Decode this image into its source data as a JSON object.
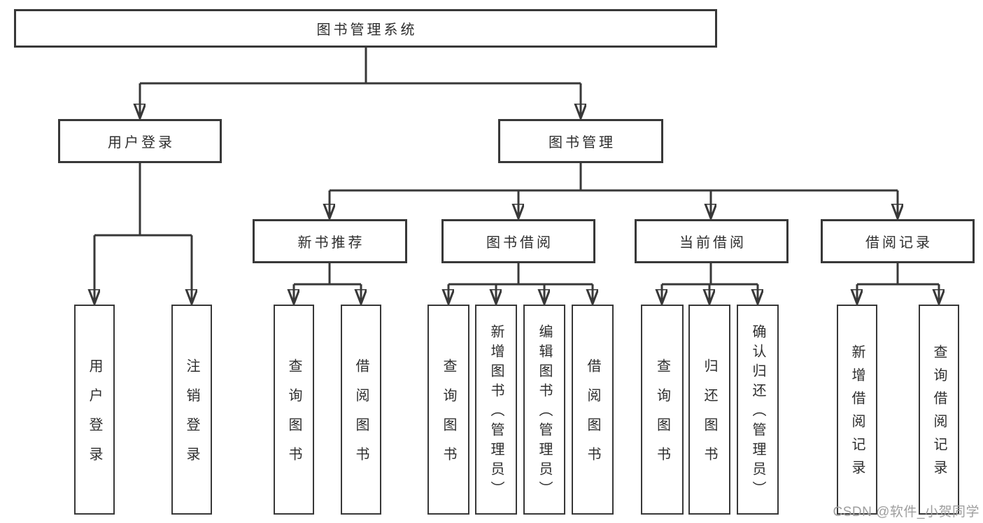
{
  "diagram_type": "hierarchy-tree",
  "colors": {
    "background": "#ffffff",
    "line": "#383838",
    "box_border": "#383838",
    "text": "#2e2e2e",
    "watermark": "#9e9e9e"
  },
  "nodes": {
    "root": {
      "label": "图书管理系统"
    },
    "user_login": {
      "label": "用户登录"
    },
    "book_management": {
      "label": "图书管理"
    },
    "new_book_recommend": {
      "label": "新书推荐"
    },
    "book_borrowing": {
      "label": "图书借阅"
    },
    "current_borrowing": {
      "label": "当前借阅"
    },
    "borrowing_records": {
      "label": "借阅记录"
    },
    "leaf_user_login": {
      "label": "用户登录"
    },
    "leaf_logout": {
      "label": "注销登录"
    },
    "leaf_query_books_recommend": {
      "label": "查询图书"
    },
    "leaf_borrow_books_recommend": {
      "label": "借阅图书"
    },
    "leaf_query_books_borrowing": {
      "label": "查询图书"
    },
    "leaf_add_books_admin": {
      "label": "新增图书（管理员）"
    },
    "leaf_edit_books_admin": {
      "label": "编辑图书（管理员）"
    },
    "leaf_borrow_books": {
      "label": "借阅图书"
    },
    "leaf_query_books_current": {
      "label": "查询图书"
    },
    "leaf_return_books": {
      "label": "归还图书"
    },
    "leaf_confirm_return_admin": {
      "label": "确认归还（管理员）"
    },
    "leaf_add_borrow_record": {
      "label": "新增借阅记录"
    },
    "leaf_query_borrow_record": {
      "label": "查询借阅记录"
    }
  },
  "watermark": {
    "text": "CSDN @软件_小贺同学"
  }
}
